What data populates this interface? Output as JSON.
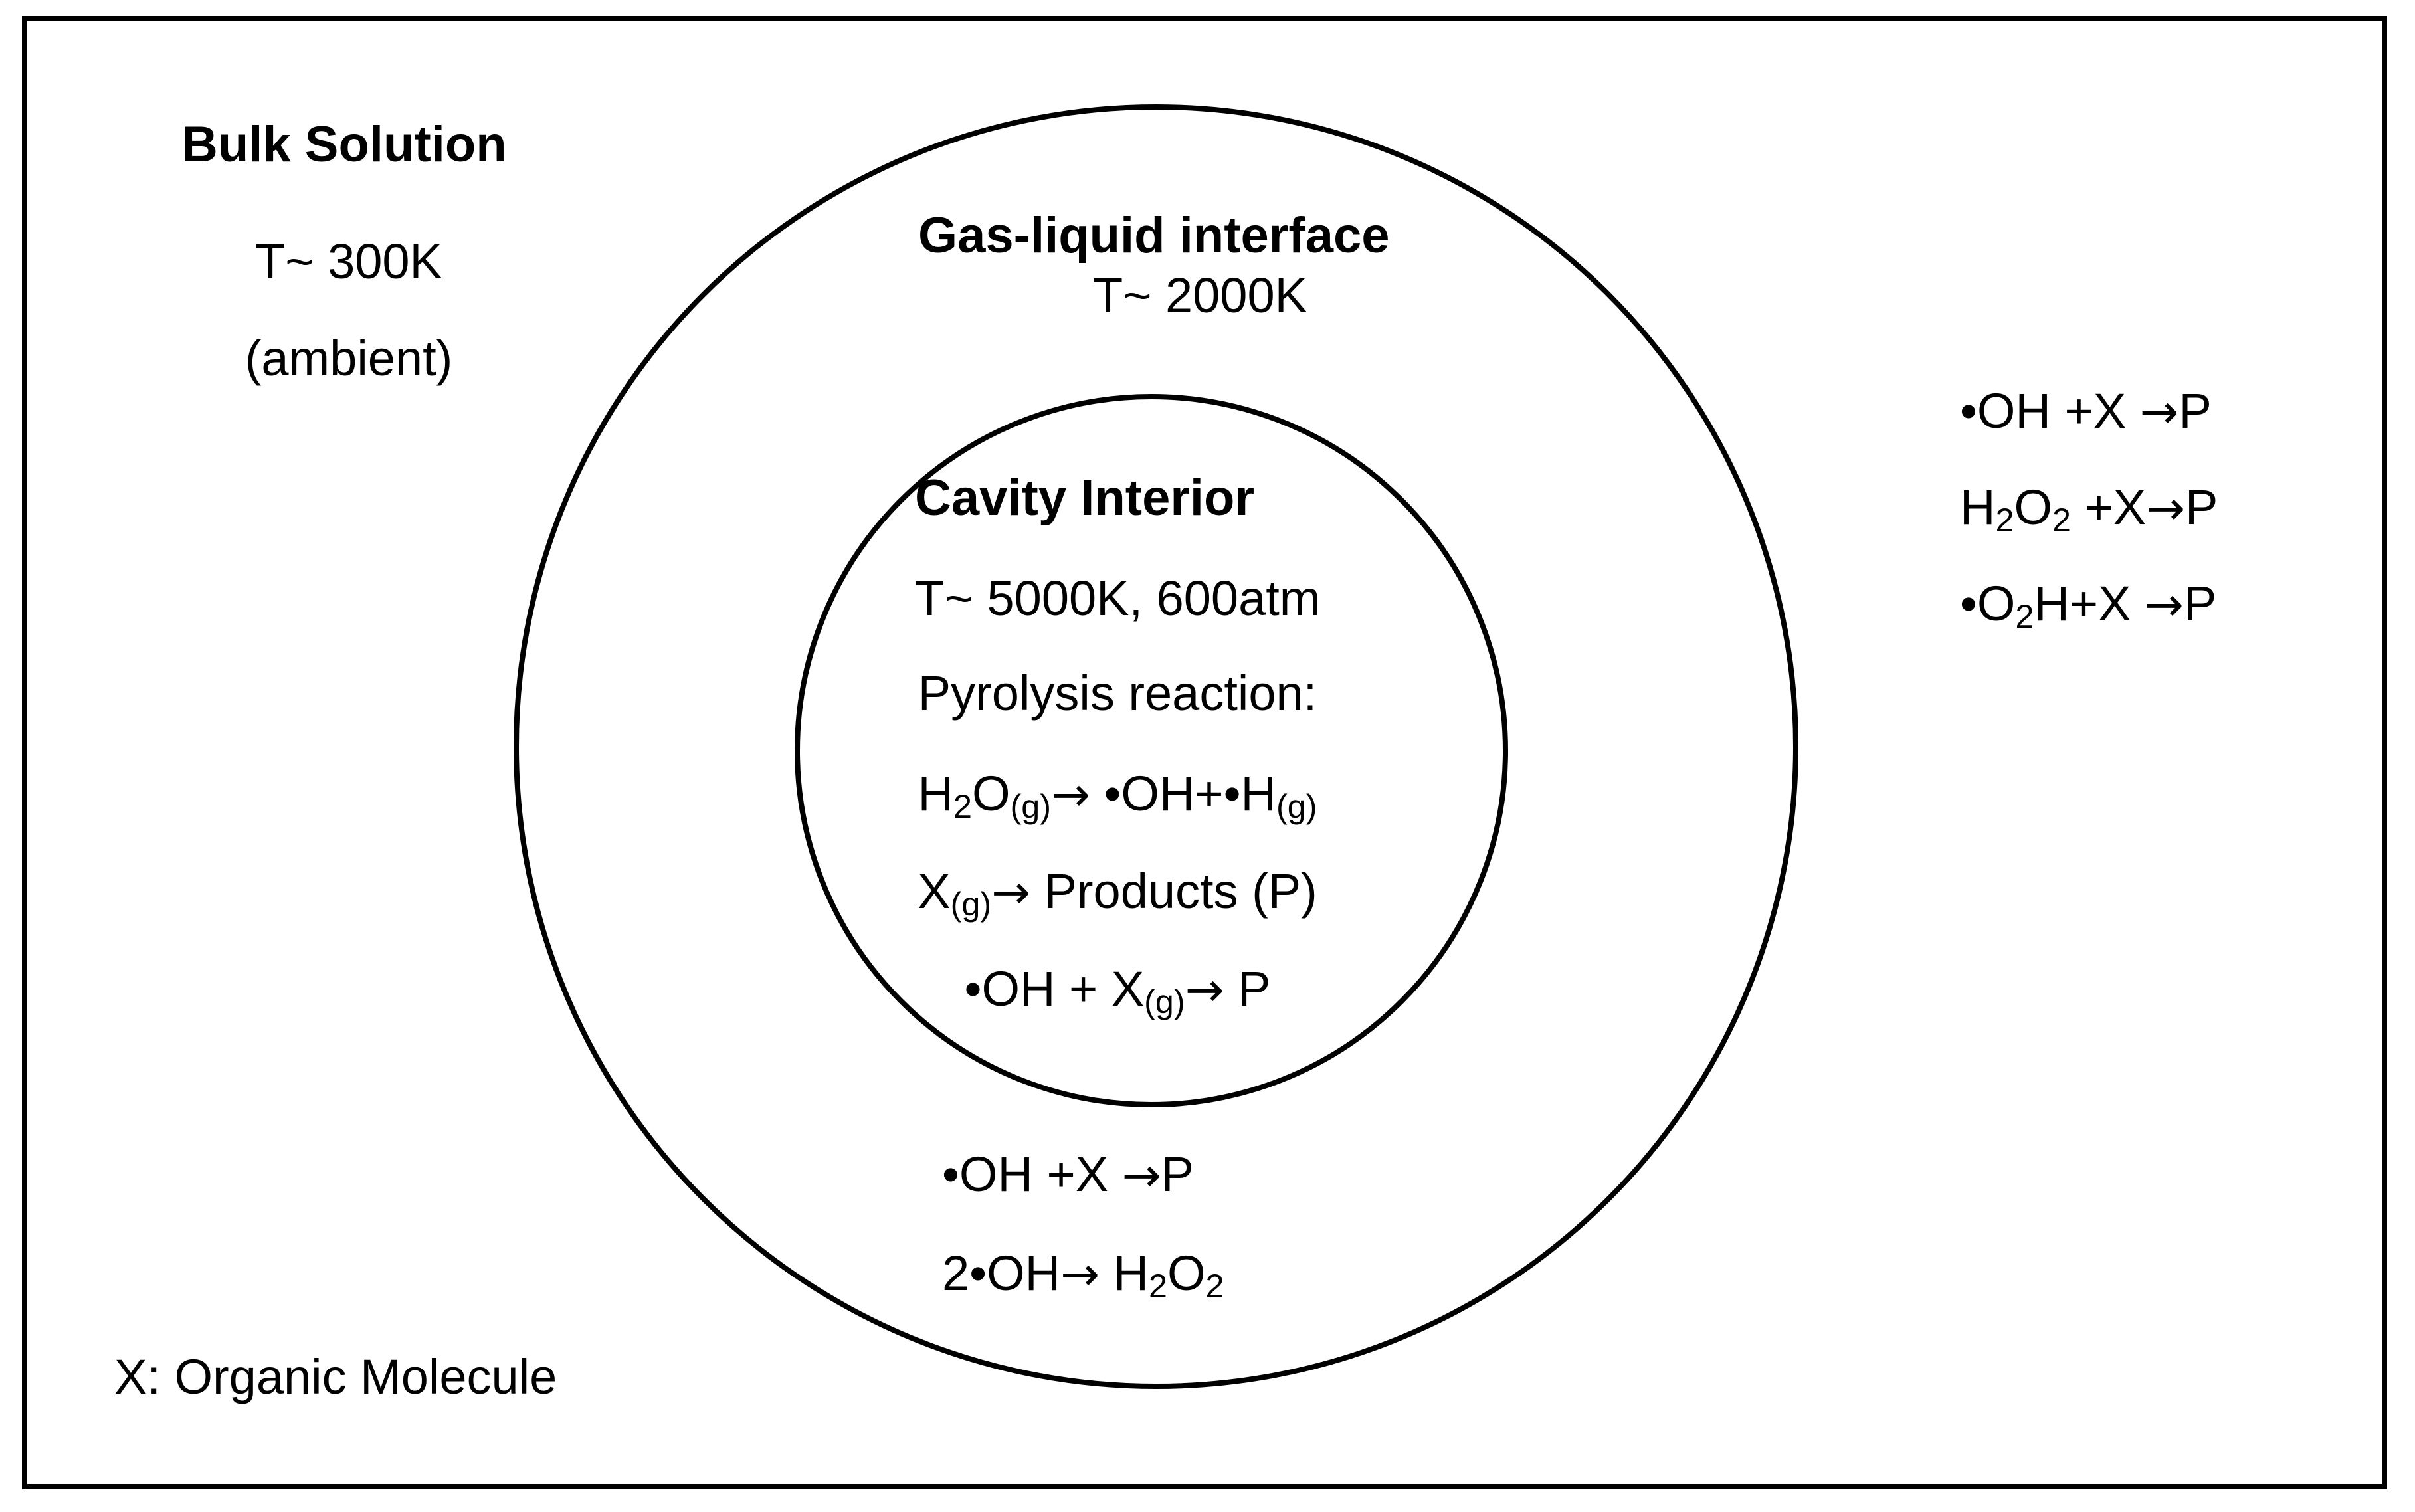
{
  "bulk": {
    "title": "Bulk Solution",
    "temp": "T~ 300K",
    "note": "(ambient)",
    "reactions": [
      {
        "bullet": "•",
        "species": "OH +X ",
        "arrow": "→",
        "product": "P"
      },
      {
        "a": "H",
        "a_sub": "2",
        "b": "O",
        "b_sub": "2",
        "rest": " +X",
        "arrow": "→",
        "product": "P"
      },
      {
        "bullet": "•",
        "a": "O",
        "a_sub": "2",
        "rest": "H+X ",
        "arrow": "→",
        "product": "P"
      }
    ],
    "legend": "X: Organic Molecule"
  },
  "interface": {
    "title": "Gas-liquid interface",
    "temp": "T~ 2000K",
    "reactions": [
      {
        "bullet": "•",
        "species": "OH +X ",
        "arrow": "→",
        "product": "P"
      },
      {
        "lead": "2",
        "bullet": "•",
        "species": "OH",
        "arrow": "→",
        "product": " H",
        "product_sub": "2",
        "product_b": "O",
        "product_b_sub": "2"
      }
    ]
  },
  "cavity": {
    "title": "Cavity Interior",
    "conditions": "T~ 5000K, 600atm",
    "pyrolysis_label": "Pyrolysis reaction:",
    "reactions": [
      {
        "a": "H",
        "a_sub": "2",
        "b": "O",
        "b_sub": "(g)",
        "arrow": "→",
        "rest": " •OH+•H",
        "rest_sub": "(g)"
      },
      {
        "a": "X",
        "a_sub": "(g)",
        "arrow": "→",
        "rest": " Products (P)"
      },
      {
        "bullet": "•",
        "a": "OH + X",
        "a_sub": "(g)",
        "arrow": "→",
        "rest": " P"
      }
    ]
  },
  "colors": {
    "stroke": "#000000",
    "background": "#ffffff"
  }
}
